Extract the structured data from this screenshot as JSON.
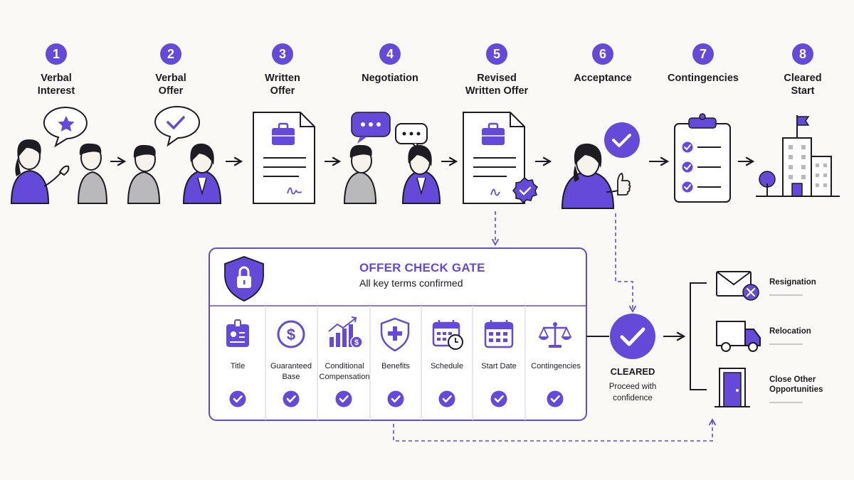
{
  "colors": {
    "accent": "#6549d8",
    "accent_light": "#e9e4fb",
    "ink": "#1c1c22",
    "skin": "#f7f3ec",
    "gray_shirt": "#b9b9bb"
  },
  "steps": [
    {
      "number": "1",
      "title": "Verbal\nInterest",
      "icon": "speech-star-icon"
    },
    {
      "number": "2",
      "title": "Verbal\nOffer",
      "icon": "speech-check-icon"
    },
    {
      "number": "3",
      "title": "Written\nOffer",
      "icon": "document-briefcase-icon"
    },
    {
      "number": "4",
      "title": "Negotiation",
      "icon": "speech-dots-icon"
    },
    {
      "number": "5",
      "title": "Revised\nWritten Offer",
      "icon": "document-check-icon"
    },
    {
      "number": "6",
      "title": "Acceptance",
      "icon": "thumbs-up-icon"
    },
    {
      "number": "7",
      "title": "Contingencies",
      "icon": "clipboard-checklist-icon"
    },
    {
      "number": "8",
      "title": "Cleared\nStart",
      "icon": "building-flag-icon"
    }
  ],
  "gate": {
    "title": "OFFER CHECK GATE",
    "subtitle": "All key terms confirmed",
    "icon": "shield-lock-icon",
    "columns": [
      {
        "label": "Title",
        "icon": "id-badge-icon",
        "checked": true
      },
      {
        "label": "Guaranteed\nBase",
        "icon": "dollar-icon",
        "checked": true
      },
      {
        "label": "Conditional\nCompensation",
        "icon": "growth-chart-icon",
        "checked": true
      },
      {
        "label": "Benefits",
        "icon": "medical-shield-icon",
        "checked": true
      },
      {
        "label": "Schedule",
        "icon": "calendar-clock-icon",
        "checked": true
      },
      {
        "label": "Start Date",
        "icon": "calendar-icon",
        "checked": true
      },
      {
        "label": "Contingencies",
        "icon": "scales-icon",
        "checked": true
      }
    ]
  },
  "cleared": {
    "label": "CLEARED",
    "subtitle": "Proceed with\nconfidence",
    "icon": "check-circle-icon"
  },
  "outcomes": [
    {
      "label": "Resignation",
      "icon": "envelope-x-icon"
    },
    {
      "label": "Relocation",
      "icon": "truck-icon"
    },
    {
      "label": "Close Other\nOpportunities",
      "icon": "door-icon"
    }
  ]
}
